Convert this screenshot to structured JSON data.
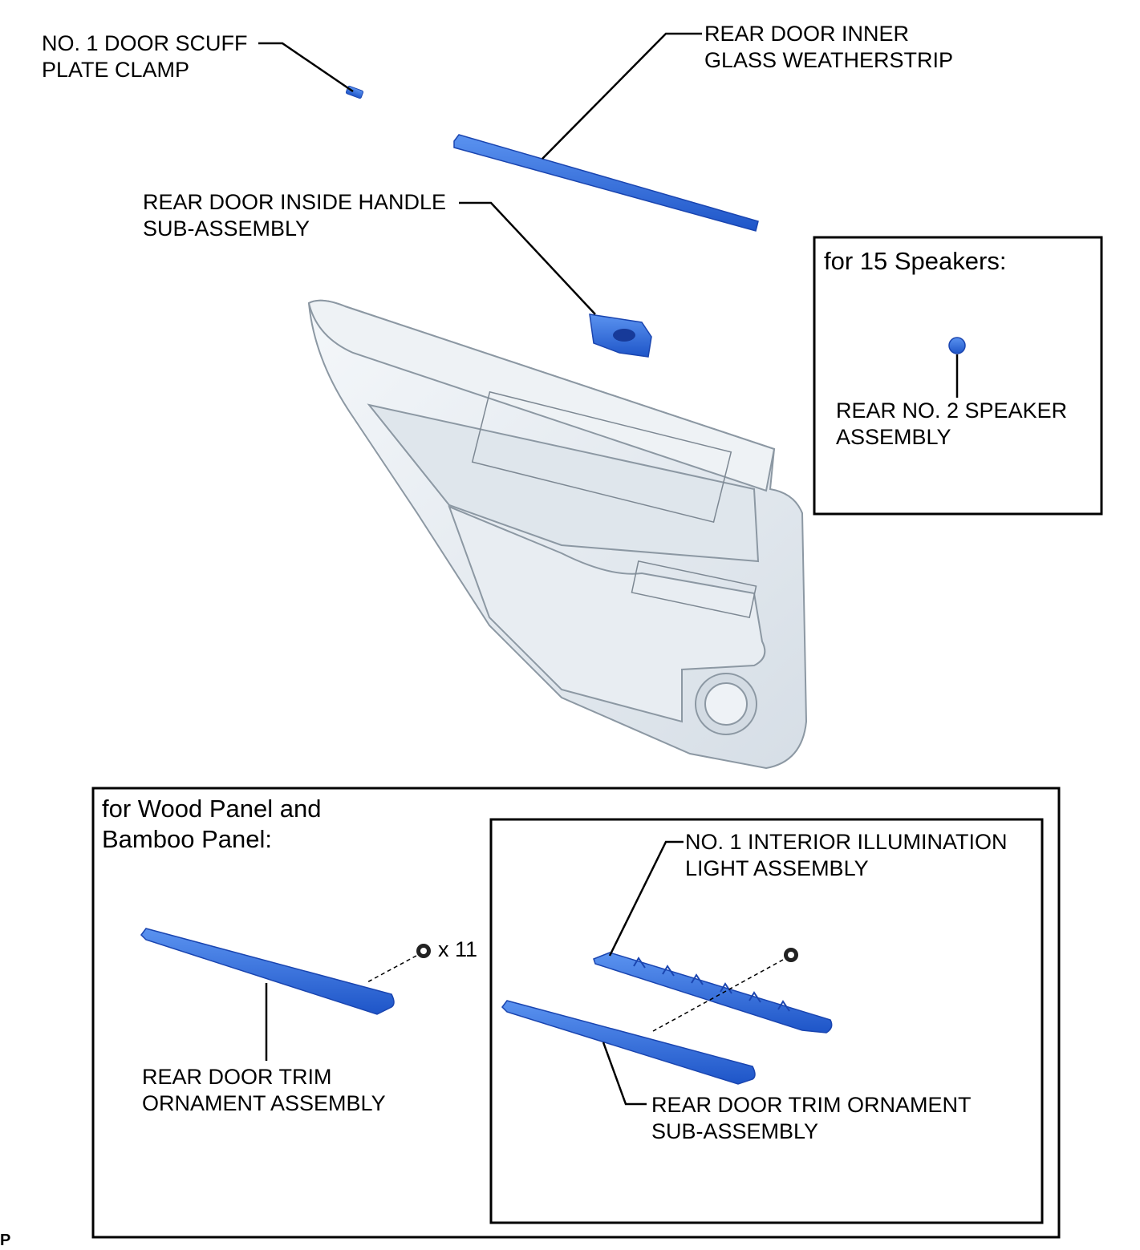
{
  "labels": {
    "scuff_clamp": [
      "NO. 1 DOOR SCUFF",
      "PLATE CLAMP"
    ],
    "inner_weatherstrip": [
      "REAR DOOR INNER",
      "GLASS WEATHERSTRIP"
    ],
    "inside_handle": [
      "REAR DOOR INSIDE HANDLE",
      "SUB-ASSEMBLY"
    ],
    "speaker": [
      "REAR NO. 2 SPEAKER",
      "ASSEMBLY"
    ],
    "trim_ornament_assembly": [
      "REAR DOOR TRIM",
      "ORNAMENT ASSEMBLY"
    ],
    "illumination_light": [
      "NO. 1 INTERIOR ILLUMINATION",
      "LIGHT ASSEMBLY"
    ],
    "trim_ornament_sub": [
      "REAR DOOR TRIM ORNAMENT",
      "SUB-ASSEMBLY"
    ]
  },
  "boxes": {
    "speakers_title": "for 15 Speakers:",
    "wood_panel_title": [
      "for Wood Panel and",
      "Bamboo Panel:"
    ]
  },
  "screw_count": "x 11",
  "corner_mark": "P",
  "colors": {
    "part_highlight": "#2f6fe0",
    "part_edge": "#1a45b0",
    "panel": "#e6ecf1",
    "panel_edge": "#9aa6b0"
  }
}
